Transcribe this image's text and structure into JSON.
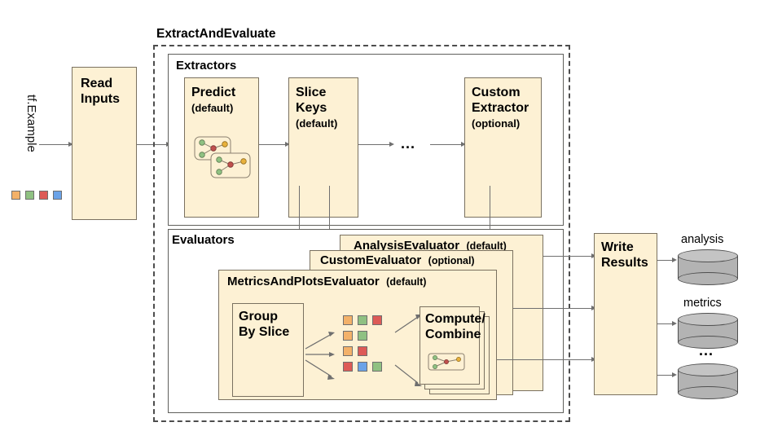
{
  "diagram": {
    "title_group": "ExtractAndEvaluate",
    "input_label": "tf.Example",
    "input_chips": [
      "orange",
      "green",
      "red",
      "blue"
    ],
    "read_inputs": "Read\nInputs",
    "sections": {
      "extractors": "Extractors",
      "evaluators": "Evaluators"
    },
    "extractors": [
      {
        "name": "Predict",
        "qualifier": "(default)",
        "glyph": "model-graph-icon"
      },
      {
        "name": "Slice\nKeys",
        "qualifier": "(default)",
        "glyph": ""
      },
      {
        "name": "Custom\nExtractor",
        "qualifier": "(optional)",
        "glyph": ""
      }
    ],
    "extractor_ellipsis": "...",
    "evaluators": [
      {
        "name": "AnalysisEvaluator",
        "qualifier": "(default)"
      },
      {
        "name": "CustomEvaluator",
        "qualifier": "(optional)"
      },
      {
        "name": "MetricsAndPlotsEvaluator",
        "qualifier": "(default)"
      }
    ],
    "metrics_inner": {
      "group_by_slice": "Group\nBy Slice",
      "compute_combine": "Compute/\nCombine",
      "compute_glyph": "model-graph-icon",
      "slice_rows": [
        [
          "orange",
          "green",
          "red"
        ],
        [
          "orange",
          "green"
        ],
        [
          "orange",
          "red"
        ],
        [
          "red",
          "blue",
          "green"
        ]
      ]
    },
    "write_results": "Write\nResults",
    "outputs": [
      {
        "label": "analysis",
        "store": "database-cylinder"
      },
      {
        "label": "metrics",
        "store": "database-cylinder"
      },
      {
        "label": "...",
        "store": "database-cylinder"
      }
    ],
    "colors": {
      "card_fill": "#fdf1d4",
      "card_border": "#7a7160",
      "line": "#6f6f6f",
      "cylinder": "#b3b3b3",
      "chip_orange": "#f3b169",
      "chip_green": "#8fc182",
      "chip_red": "#dd5a56",
      "chip_blue": "#6ba3e8"
    }
  }
}
